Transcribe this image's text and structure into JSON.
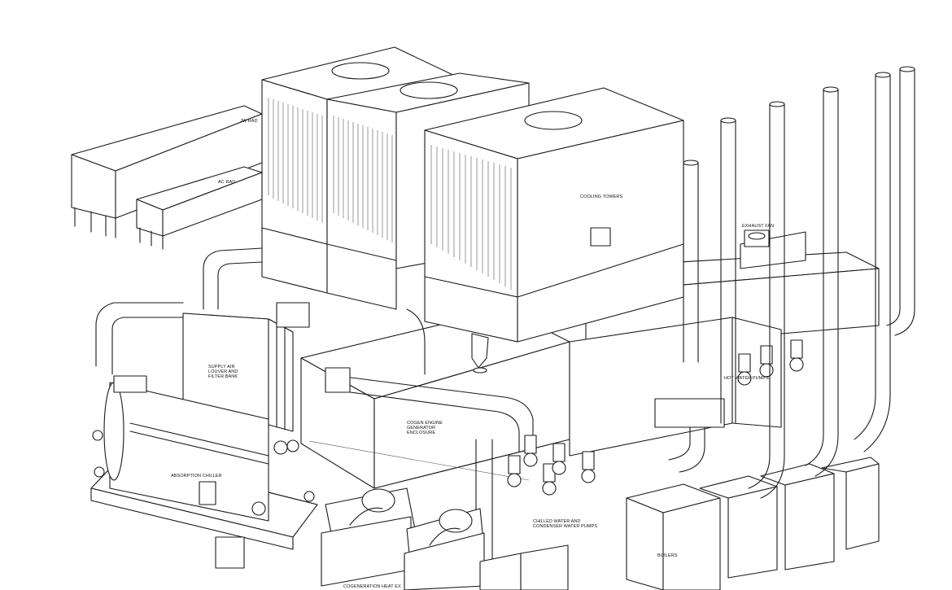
{
  "labels": {
    "jw_rad": "JW RAD",
    "ac_rad": "AC RAD",
    "cooling_towers": "COOLING TOWERS",
    "exhaust_fan": "EXHAUST FAN",
    "supply_air": "SUPPLY AIR\nLOUVER AND\nFILTER BANK",
    "genset_enclosure": "COGEN ENGINE\nGENERATOR\nENCLOSURE",
    "hot_water_pumps": "HOT WATER PUMPS",
    "absorption_chiller": "ABSORPTION CHILLER",
    "pumps": "CHILLED WATER AND\nCONDENSER WATER PUMPS",
    "boilers": "BOILERS",
    "cogen_heat": "COGENERATION HEAT EX"
  }
}
